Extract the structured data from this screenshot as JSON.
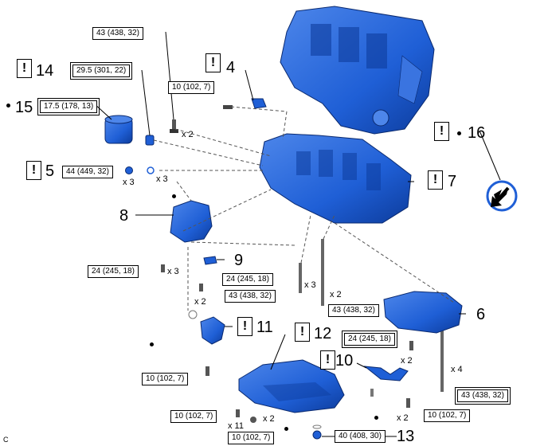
{
  "diagram": {
    "corner_label": "C",
    "callouts": [
      {
        "id": "4",
        "label": "4"
      },
      {
        "id": "5",
        "label": "5"
      },
      {
        "id": "6",
        "label": "6"
      },
      {
        "id": "7",
        "label": "7"
      },
      {
        "id": "8",
        "label": "8"
      },
      {
        "id": "9",
        "label": "9"
      },
      {
        "id": "10",
        "label": "10"
      },
      {
        "id": "11",
        "label": "11"
      },
      {
        "id": "12",
        "label": "12"
      },
      {
        "id": "13",
        "label": "13"
      },
      {
        "id": "14",
        "label": "14"
      },
      {
        "id": "15",
        "label": "15"
      },
      {
        "id": "16",
        "label": "16"
      }
    ],
    "warning_symbol": "!",
    "torque_specs": [
      {
        "id": "t1",
        "text": "43 (438, 32)"
      },
      {
        "id": "t2",
        "text": "29.5 (301, 22)"
      },
      {
        "id": "t3",
        "text": "10 (102, 7)"
      },
      {
        "id": "t4",
        "text": "17.5 (178, 13)"
      },
      {
        "id": "t5",
        "text": "44 (449, 32)"
      },
      {
        "id": "t6",
        "text": "24 (245, 18)"
      },
      {
        "id": "t7",
        "text": "24 (245, 18)"
      },
      {
        "id": "t8",
        "text": "43 (438, 32)"
      },
      {
        "id": "t9",
        "text": "43 (438, 32)"
      },
      {
        "id": "t10",
        "text": "24 (245, 18)"
      },
      {
        "id": "t11",
        "text": "10 (102, 7)"
      },
      {
        "id": "t12",
        "text": "10 (102, 7)"
      },
      {
        "id": "t13",
        "text": "43 (438, 32)"
      },
      {
        "id": "t14",
        "text": "10 (102, 7)"
      },
      {
        "id": "t15",
        "text": "10 (102, 7)"
      },
      {
        "id": "t16",
        "text": "40 (408, 30)"
      }
    ],
    "quantities": [
      {
        "id": "q1",
        "text": "x 2"
      },
      {
        "id": "q2",
        "text": "x 3"
      },
      {
        "id": "q3",
        "text": "x 3"
      },
      {
        "id": "q4",
        "text": "x 3"
      },
      {
        "id": "q5",
        "text": "x 2"
      },
      {
        "id": "q6",
        "text": "x 3"
      },
      {
        "id": "q7",
        "text": "x 2"
      },
      {
        "id": "q8",
        "text": "x 2"
      },
      {
        "id": "q9",
        "text": "x 4"
      },
      {
        "id": "q10",
        "text": "x 2"
      },
      {
        "id": "q11",
        "text": "x 11"
      },
      {
        "id": "q12",
        "text": "x 2"
      }
    ],
    "colors": {
      "part_fill": "#1f5fd6",
      "part_dark": "#0d3c9c",
      "part_light": "#4d86ea",
      "line": "#000000",
      "dashed": "#555555",
      "icon_ring": "#1f5fd6"
    }
  }
}
